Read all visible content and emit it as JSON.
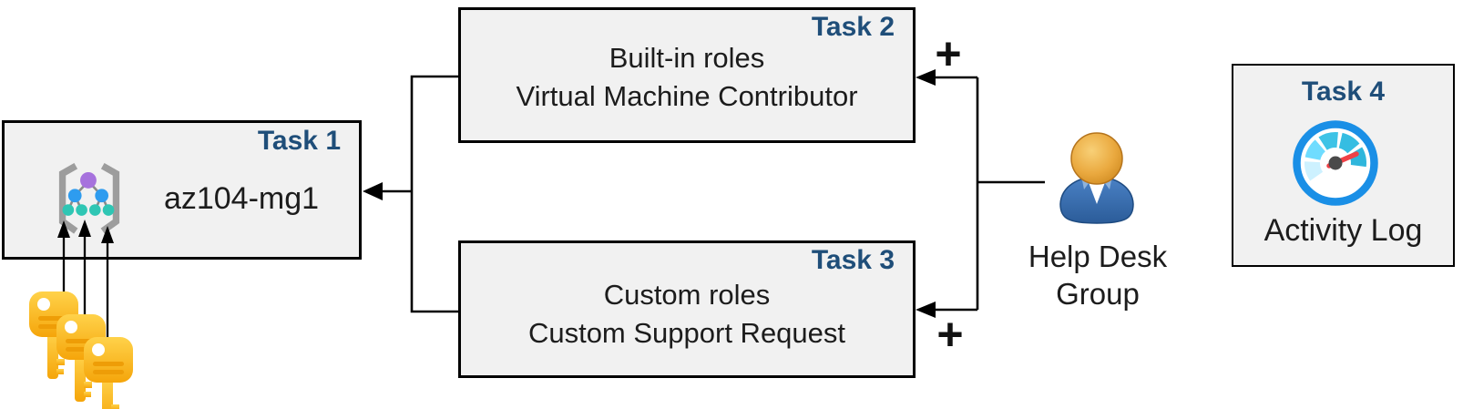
{
  "diagram": {
    "boxes": {
      "task1": {
        "badge": "Task 1",
        "title": "az104-mg1",
        "icon": "management-group-icon"
      },
      "task2": {
        "badge": "Task 2",
        "line1": "Built-in roles",
        "line2": "Virtual Machine Contributor"
      },
      "task3": {
        "badge": "Task 3",
        "line1": "Custom roles",
        "line2": "Custom Support Request"
      },
      "task4": {
        "badge": "Task 4",
        "caption": "Activity Log",
        "icon": "gauge-icon"
      }
    },
    "actor": {
      "line1": "Help Desk",
      "line2": "Group",
      "icon": "person-icon"
    },
    "symbols": {
      "plus_top": "+",
      "plus_bottom": "+"
    },
    "icon_names": [
      "management-group-icon",
      "keys-icon",
      "person-icon",
      "gauge-icon"
    ],
    "colors": {
      "badge_navy": "#1f4e79",
      "box_fill": "#f1f1f1",
      "box_border": "#000000",
      "body_text": "#1c1c1c",
      "connector": "#000000",
      "key_gold": "#ffd24a",
      "key_gold_dark": "#f5a50a",
      "key_detail_orange": "#ee9d07",
      "person_head_orange": "#eaa93f",
      "person_body_blue": "#3a6fb0",
      "gauge_ring_blue": "#1a8fe6",
      "gauge_segment_pale": "#cdf1ff",
      "gauge_segment_light": "#6fdcff",
      "gauge_segment_mid": "#3ec3e6",
      "gauge_needle_red": "#ef4147",
      "gauge_hub_gray": "#4a4a4a",
      "mg_bracket_gray": "#9d9d9d",
      "mg_node_purple": "#a672dd",
      "mg_node_blue": "#2e9cef",
      "mg_node_teal": "#2fc6b4"
    }
  }
}
